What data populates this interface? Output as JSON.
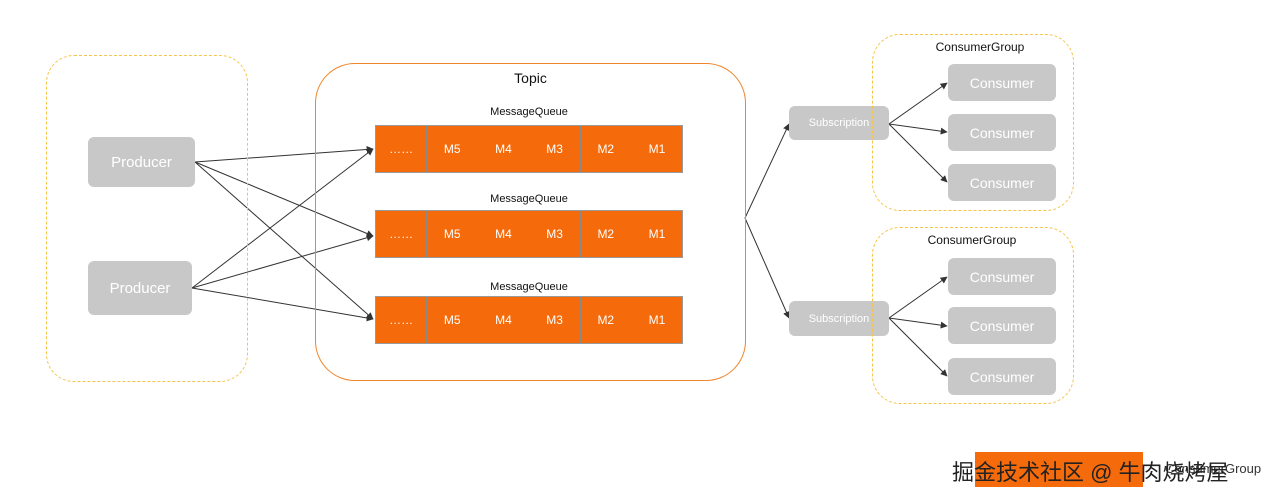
{
  "producers": [
    "Producer",
    "Producer"
  ],
  "topic": {
    "label": "Topic",
    "queues": [
      {
        "label": "MessageQueue",
        "cells": [
          "……",
          "M5",
          "M4",
          "M3",
          "M2",
          "M1"
        ]
      },
      {
        "label": "MessageQueue",
        "cells": [
          "……",
          "M5",
          "M4",
          "M3",
          "M2",
          "M1"
        ]
      },
      {
        "label": "MessageQueue",
        "cells": [
          "……",
          "M5",
          "M4",
          "M3",
          "M2",
          "M1"
        ]
      }
    ]
  },
  "subscriptions": [
    "Subscription",
    "Subscription"
  ],
  "consumer_groups": [
    {
      "label": "ConsumerGroup",
      "consumers": [
        "Consumer",
        "Consumer",
        "Consumer"
      ]
    },
    {
      "label": "ConsumerGroup",
      "consumers": [
        "Consumer",
        "Consumer",
        "Consumer"
      ]
    }
  ],
  "watermark": {
    "text": "掘金技术社区 @ 牛肉烧烤屋",
    "overlay": "ConsumerGroup"
  },
  "colors": {
    "orange": "#f56a0a",
    "topic_border": "#f0852a",
    "dashed": "#f5c54a",
    "grey": "#c8c8c8"
  }
}
